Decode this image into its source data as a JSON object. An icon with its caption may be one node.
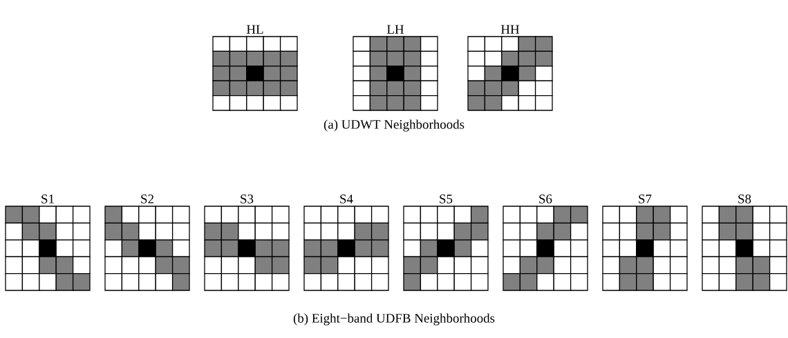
{
  "diagram": {
    "nodes": [
      {
        "text": [
          "HL"
        ]
      },
      {
        "text": [
          "LH"
        ]
      },
      {
        "text": [
          "HH"
        ]
      },
      {
        "text": [
          "S1"
        ]
      },
      {
        "text": [
          "S2"
        ]
      },
      {
        "text": [
          "S3"
        ]
      },
      {
        "text": [
          "S4"
        ]
      },
      {
        "text": [
          "S5"
        ]
      },
      {
        "text": [
          "S6"
        ]
      },
      {
        "text": [
          "S7"
        ]
      },
      {
        "text": [
          "S8"
        ]
      }
    ],
    "labels": [
      "(a) UDWT Neighborhoods",
      "(b) Eight−band UDFB Neighborhoods"
    ]
  }
}
